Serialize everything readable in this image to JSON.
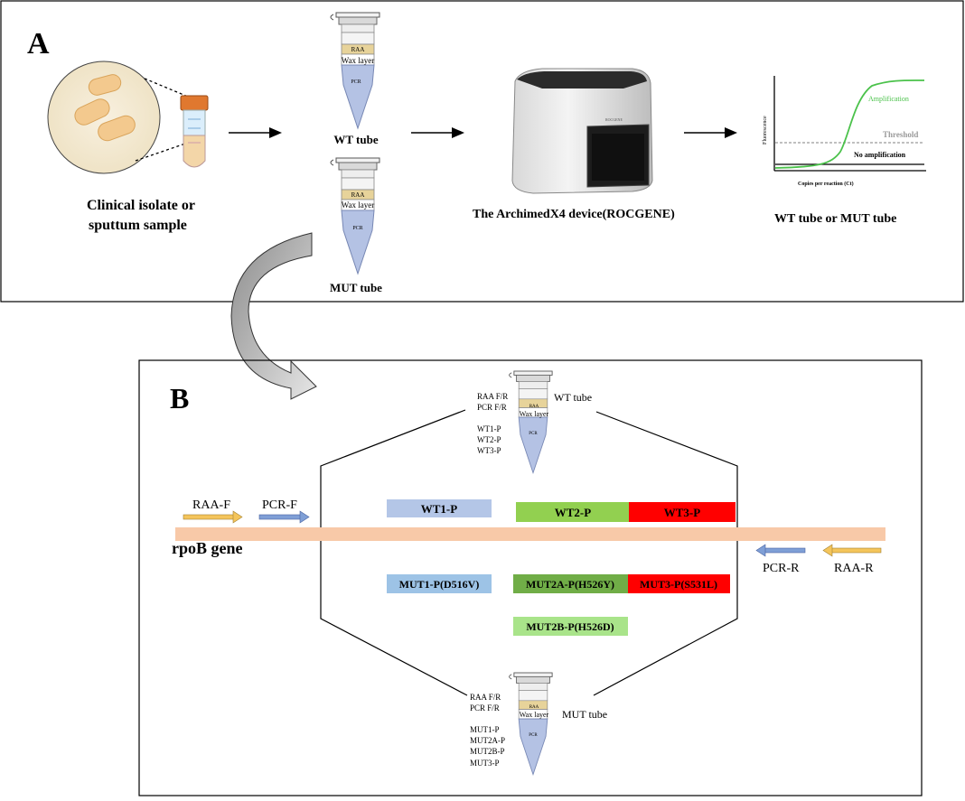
{
  "panel_a": {
    "letter": "A",
    "sample_label_line1": "Clinical isolate or",
    "sample_label_line2": "sputtum sample",
    "wt_tube_label": "WT  tube",
    "mut_tube_label": "MUT  tube",
    "tube_raa": "RAA",
    "tube_wax": "Wax  layer",
    "tube_pcr": "PCR",
    "device_label": "The ArchimedX4 device(ROCGENE)",
    "device_brand": "ROCGENE",
    "result_label": "WT tube or MUT tube",
    "chart": {
      "y_label": "Fluorescence",
      "x_label": "Copies per reaction (Ct)",
      "amplification": "Amplification",
      "threshold": "Threshold",
      "no_amplification": "No amplification",
      "colors": {
        "amplification": "#4bc24b",
        "threshold": "#9a9a9a",
        "baseline": "#000000"
      }
    }
  },
  "panel_b": {
    "letter": "B",
    "top_tube": {
      "label": "WT  tube",
      "primers": [
        "RAA F/R",
        "PCR F/R"
      ],
      "probes": [
        "WT1-P",
        "WT2-P",
        "WT3-P"
      ],
      "raa": "RAA",
      "wax": "Wax  layer",
      "pcr": "PCR"
    },
    "bottom_tube": {
      "label": "MUT  tube",
      "primers": [
        "RAA F/R",
        "PCR F/R"
      ],
      "probes": [
        "MUT1-P",
        "MUT2A-P",
        "MUT2B-P",
        "MUT3-P"
      ],
      "raa": "RAA",
      "wax": "Wax  layer",
      "pcr": "PCR"
    },
    "gene_label": "rpoB gene",
    "primer_labels": {
      "raa_f": "RAA-F",
      "pcr_f": "PCR-F",
      "pcr_r": "PCR-R",
      "raa_r": "RAA-R"
    },
    "probes": {
      "wt1": "WT1-P",
      "wt2": "WT2-P",
      "wt3": "WT3-P",
      "mut1": "MUT1-P(D516V)",
      "mut2a": "MUT2A-P(H526Y)",
      "mut3": "MUT3-P(S531L)",
      "mut2b": "MUT2B-P(H526D)"
    },
    "colors": {
      "gene_bar": "#f8c9a8",
      "wt1": "#b4c6e7",
      "mut1": "#9dc3e6",
      "wt2": "#92d050",
      "mut2a": "#70ad47",
      "wt3": "#ff0000",
      "mut3": "#ff0000",
      "mut2b": "#a9e48a",
      "raa_arrow": "#f4c55b",
      "pcr_arrow": "#7f9fd6"
    }
  }
}
